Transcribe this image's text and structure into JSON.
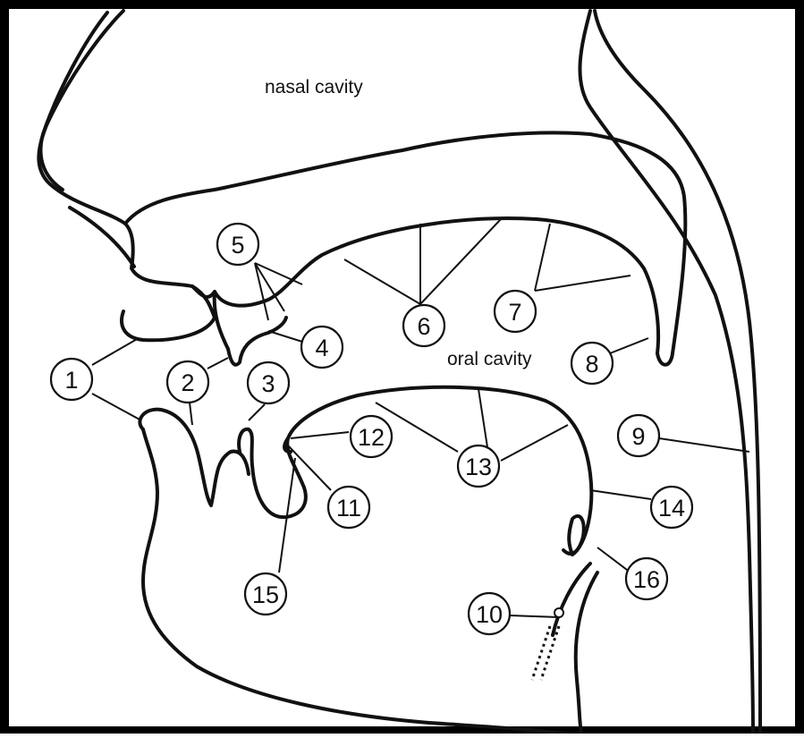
{
  "diagram": {
    "regions": {
      "nasal": "nasal cavity",
      "oral": "oral cavity"
    },
    "markers": [
      "1",
      "2",
      "3",
      "4",
      "5",
      "6",
      "7",
      "8",
      "9",
      "10",
      "11",
      "12",
      "13",
      "14",
      "15",
      "16"
    ],
    "colors": {
      "line": "#111111",
      "background": "#ffffff",
      "frame": "#000000"
    }
  }
}
